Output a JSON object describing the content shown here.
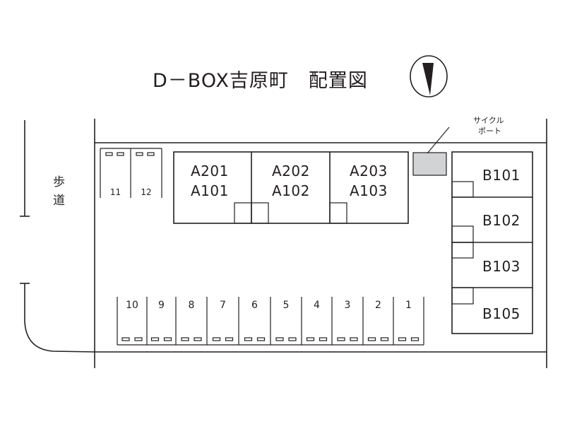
{
  "title": "D－BOX吉原町　配置図",
  "sidewalk_label": [
    "歩",
    "道"
  ],
  "cycle_port_label": [
    "サイクル",
    "ポート"
  ],
  "cycle_port_color": "#d1d3d4",
  "building_a": {
    "units": [
      {
        "upper": "A201",
        "lower": "A101"
      },
      {
        "upper": "A202",
        "lower": "A102"
      },
      {
        "upper": "A203",
        "lower": "A103"
      }
    ]
  },
  "building_b": {
    "units": [
      "B101",
      "B102",
      "B103",
      "B105"
    ]
  },
  "parking_top": [
    "11",
    "12"
  ],
  "parking_bottom": [
    "10",
    "9",
    "8",
    "7",
    "6",
    "5",
    "4",
    "3",
    "2",
    "1"
  ],
  "north_icon": "north-arrow-icon"
}
